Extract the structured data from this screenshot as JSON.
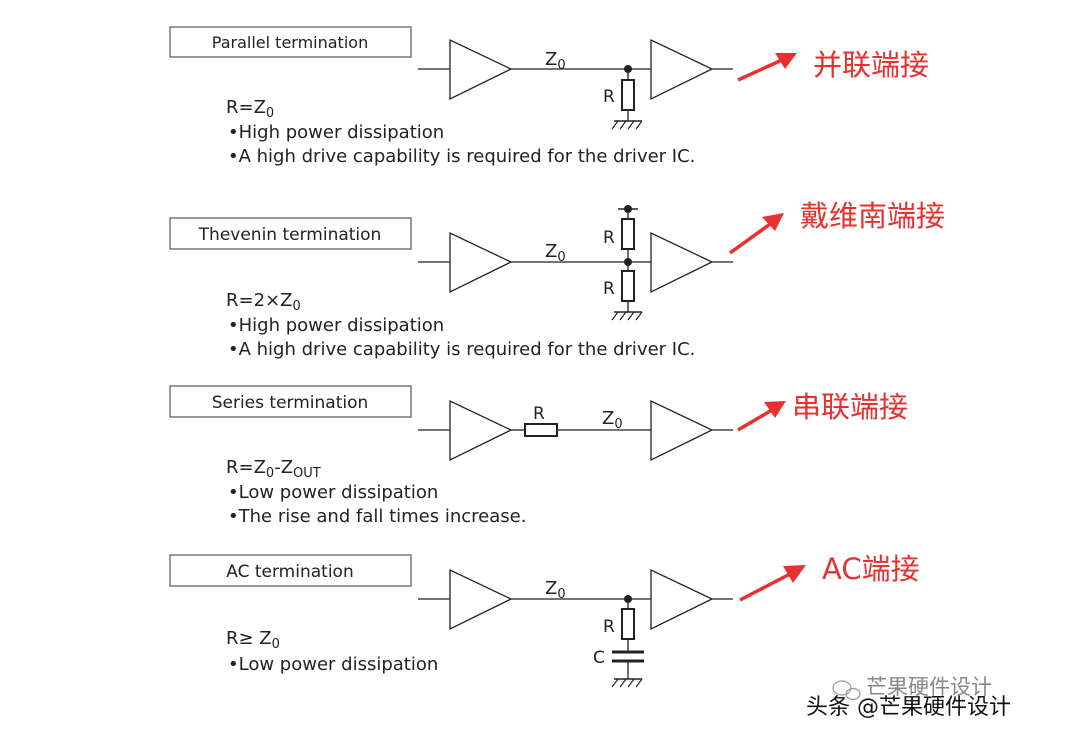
{
  "sections": [
    {
      "title": "Parallel termination",
      "formula": {
        "text": "R=Z",
        "sub": "0",
        "suffix": "",
        "suffix_sub": ""
      },
      "notes": [
        "•High power dissipation",
        "•A high drive capability is required for the driver IC."
      ],
      "line_label": {
        "text": "Z",
        "sub": "0"
      },
      "components": [
        "R"
      ],
      "cn_label": "并联端接"
    },
    {
      "title": "Thevenin termination",
      "formula": {
        "text": "R=2×Z",
        "sub": "0",
        "suffix": "",
        "suffix_sub": ""
      },
      "notes": [
        "•High power dissipation",
        "•A high drive capability is required for the driver IC."
      ],
      "line_label": {
        "text": "Z",
        "sub": "0"
      },
      "components": [
        "R",
        "R"
      ],
      "cn_label": "戴维南端接"
    },
    {
      "title": "Series termination",
      "formula": {
        "text": "R=Z",
        "sub": "0",
        "suffix": "-Z",
        "suffix_sub": "OUT"
      },
      "notes": [
        "•Low power dissipation",
        "•The rise and fall times increase."
      ],
      "line_label": {
        "text": "Z",
        "sub": "0"
      },
      "components": [
        "R"
      ],
      "cn_label": "串联端接"
    },
    {
      "title": "AC termination",
      "formula": {
        "text": "R≥ Z",
        "sub": "0",
        "suffix": "",
        "suffix_sub": ""
      },
      "notes": [
        "•Low power dissipation"
      ],
      "line_label": {
        "text": "Z",
        "sub": "0"
      },
      "components": [
        "R",
        "C"
      ],
      "cn_label": "AC端接"
    }
  ],
  "watermark": {
    "text": "头条 @芒果硬件设计",
    "faint_text": "芒果硬件设计"
  },
  "colors": {
    "accent": "#e8302e",
    "line": "#222222"
  }
}
